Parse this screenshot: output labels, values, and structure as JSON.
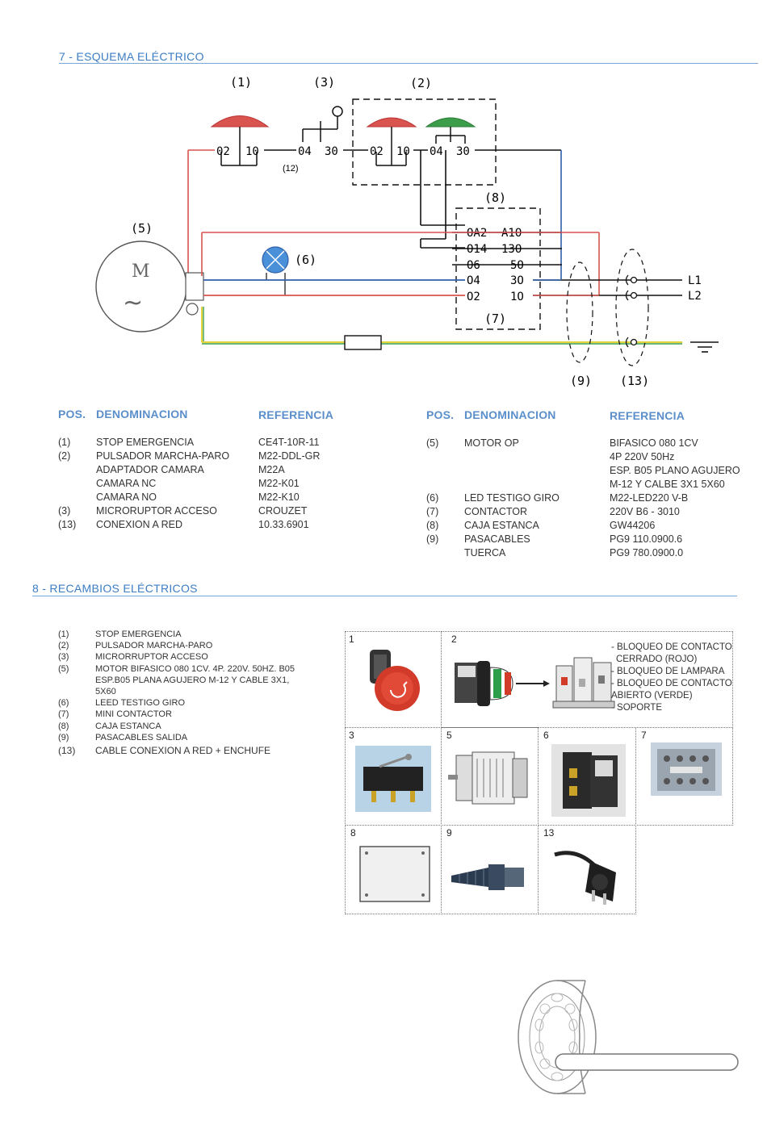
{
  "section7": {
    "title": "7 -  ESQUEMA ELÉCTRICO"
  },
  "diagram": {
    "callouts": {
      "c1": "(1)",
      "c3": "(3)",
      "c2": "(2)",
      "c12": "(12)",
      "c8": "(8)",
      "c5": "(5)",
      "c6": "(6)",
      "c7": "(7)",
      "c9": "(9)",
      "c13": "(13)"
    },
    "terminals": {
      "stop": [
        "02",
        "10"
      ],
      "micro": [
        "04",
        "30"
      ],
      "redBtn": [
        "02",
        "10"
      ],
      "greenBtn": [
        "04",
        "30"
      ],
      "contactor": [
        [
          "OA2",
          "A1O"
        ],
        [
          "O14",
          "13O"
        ],
        [
          "O6",
          "5O"
        ],
        [
          "O4",
          "3O"
        ],
        [
          "O2",
          "1O"
        ]
      ]
    },
    "motor_letter": "M",
    "motor_symbol": "~",
    "lines": [
      "L1",
      "L2"
    ],
    "colors": {
      "red": "#d9534f",
      "blue": "#2f5fa8",
      "green": "#3c9e4a",
      "yellow": "#e6d23a",
      "black": "#111111"
    }
  },
  "table_headers": {
    "pos": "POS.",
    "name": "DENOMINACION",
    "ref": "REFERENCIA"
  },
  "table_left": [
    {
      "pos": "(1)",
      "name": "STOP EMERGENCIA",
      "ref": "CE4T-10R-11"
    },
    {
      "pos": "(2)",
      "name": "PULSADOR MARCHA-PARO",
      "ref": "M22-DDL-GR"
    },
    {
      "pos": "",
      "name": "ADAPTADOR CAMARA",
      "ref": "M22A"
    },
    {
      "pos": "",
      "name": "CAMARA NC",
      "ref": "M22-K01"
    },
    {
      "pos": "",
      "name": "CAMARA NO",
      "ref": "M22-K10"
    },
    {
      "pos": "(3)",
      "name": "MICRORUPTOR ACCESO",
      "ref": "CROUZET"
    },
    {
      "pos": "(13)",
      "name": "CONEXION A RED",
      "ref": "10.33.6901"
    }
  ],
  "table_right": [
    {
      "pos": "(5)",
      "name": "MOTOR OP",
      "ref": "BIFASICO 080  1CV"
    },
    {
      "pos": "",
      "name": "",
      "ref": "4P  220V  50Hz"
    },
    {
      "pos": "",
      "name": "",
      "ref": "ESP. B05 PLANO AGUJERO"
    },
    {
      "pos": "",
      "name": "",
      "ref": "M-12 Y CALBE 3X1  5X60"
    },
    {
      "pos": "(6)",
      "name": "LED TESTIGO GIRO",
      "ref": "M22-LED220 V-B"
    },
    {
      "pos": "(7)",
      "name": "CONTACTOR",
      "ref": "220V B6 - 3010"
    },
    {
      "pos": "(8)",
      "name": "CAJA ESTANCA",
      "ref": "GW44206"
    },
    {
      "pos": "(9)",
      "name": "PASACABLES",
      "ref": "PG9  110.0900.6"
    },
    {
      "pos": "",
      "name": "TUERCA",
      "ref": "PG9  780.0900.0"
    }
  ],
  "section8": {
    "title": "8 - RECAMBIOS  ELÉCTRICOS"
  },
  "spares": [
    {
      "pos": "(1)",
      "text": "STOP EMERGENCIA"
    },
    {
      "pos": "(2)",
      "text": "PULSADOR MARCHA-PARO"
    },
    {
      "pos": "(3)",
      "text": "MICRORRUPTOR ACCESO"
    },
    {
      "pos": "(5)",
      "text": "MOTOR BIFASICO 080 1CV. 4P. 220V. 50HZ. B05"
    },
    {
      "pos": "",
      "text": "ESP.B05 PLANA AGUJERO M-12 Y CABLE 3X1,"
    },
    {
      "pos": "",
      "text": "5X60"
    },
    {
      "pos": "(6)",
      "text": "LEED TESTIGO GIRO"
    },
    {
      "pos": "(7)",
      "text": "MINI CONTACTOR"
    },
    {
      "pos": "(8)",
      "text": "CAJA ESTANCA"
    },
    {
      "pos": "(9)",
      "text": "PASACABLES SALIDA"
    },
    {
      "pos": "(13)",
      "text": "CABLE CONEXION A RED + ENCHUFE"
    }
  ],
  "parts": {
    "numbers": [
      "1",
      "2",
      "3",
      "5",
      "6",
      "7",
      "8",
      "9",
      "13"
    ],
    "notes": [
      "- BLOQUEO DE CONTACTO",
      "  CERRADO (ROJO)",
      "- BLOQUEO DE LAMPARA",
      "- BLOQUEO DE CONTACTO",
      "ABIERTO (VERDE)",
      "- SOPORTE"
    ]
  }
}
